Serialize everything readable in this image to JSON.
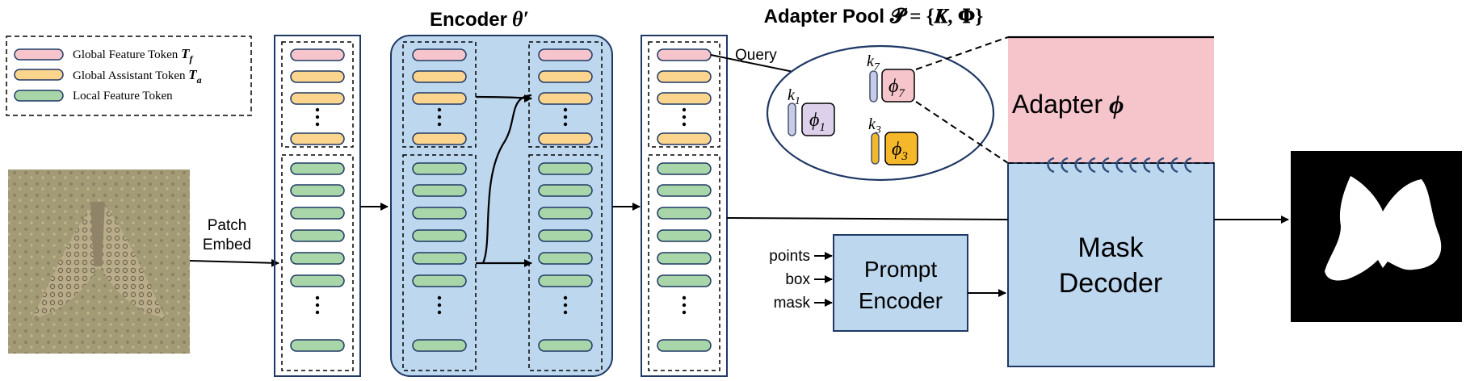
{
  "title": "Encoder θ′",
  "encoder": {
    "label": "Encoder",
    "symbol": "θ′"
  },
  "legend": {
    "items": [
      {
        "label": "Global Feature Token",
        "sym": "T",
        "sub": "f",
        "color": "#f6c5cc"
      },
      {
        "label": "Global Assistant Token",
        "sym": "T",
        "sub": "a",
        "color": "#fbd48e"
      },
      {
        "label": "Local Feature Token",
        "sym": "",
        "sub": "",
        "color": "#a9d6a9"
      }
    ]
  },
  "patch_embed": {
    "line1": "Patch",
    "line2": "Embed"
  },
  "query_label": "Query",
  "adapter_pool": {
    "title": "Adapter Pool",
    "formula": "𝓟 = {𝑲, 𝚽}",
    "keys": [
      {
        "key": "k",
        "key_sub": "1",
        "phi": "ϕ",
        "phi_sub": "1",
        "key_color": "#c7cbe8",
        "phi_color": "#ddd0ea"
      },
      {
        "key": "k",
        "key_sub": "7",
        "phi": "ϕ",
        "phi_sub": "7",
        "key_color": "#c7cbe8",
        "phi_color": "#f6c5cc"
      },
      {
        "key": "k",
        "key_sub": "3",
        "phi": "ϕ",
        "phi_sub": "3",
        "key_color": "#f5b82a",
        "phi_color": "#f5b82a"
      }
    ]
  },
  "adapter": {
    "label": "Adapter",
    "symbol": "ϕ"
  },
  "mask_decoder": {
    "line1": "Mask",
    "line2": "Decoder"
  },
  "prompt_encoder": {
    "line1": "Prompt",
    "line2": "Encoder"
  },
  "prompts": [
    "points",
    "box",
    "mask"
  ],
  "colors": {
    "blue_fill": "#bdd7ee",
    "pink_fill": "#f6c5cc",
    "green_token": "#a9d6a9",
    "orange_token": "#fbd48e",
    "pink_token": "#f6c5cc",
    "border_navy": "#1f3864"
  }
}
